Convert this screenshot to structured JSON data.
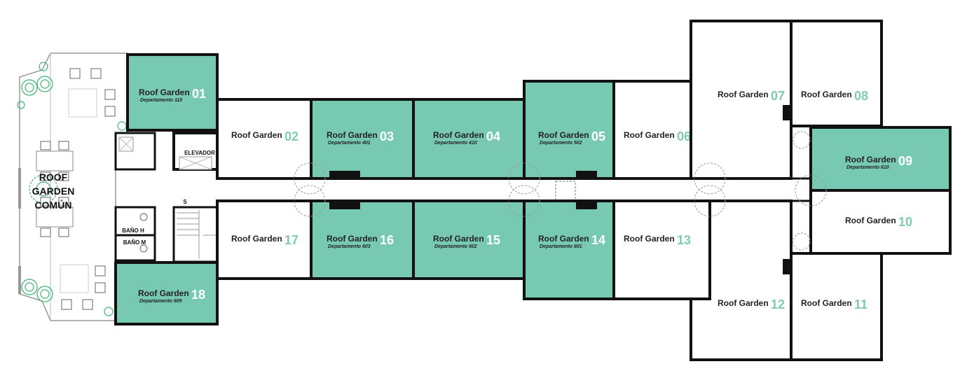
{
  "colors": {
    "sold": "#78c9b2",
    "available": "#ffffff",
    "accent_number": "#7ecbb2",
    "wall": "#111111",
    "tree": "#3cb371"
  },
  "common_area": {
    "line1": "ROOF",
    "line2": "GARDEN",
    "line3": "COMÚN"
  },
  "services": {
    "elevator": "ELEVADOR",
    "bath_men": "BAÑO H",
    "bath_women": "BAÑO M",
    "stairs_mark": "S"
  },
  "units": [
    {
      "id": "u01",
      "label": "Roof Garden",
      "number": "01",
      "sub": "Departamento 110",
      "sold": true
    },
    {
      "id": "u02",
      "label": "Roof Garden",
      "number": "02",
      "sub": "",
      "sold": false
    },
    {
      "id": "u03",
      "label": "Roof Garden",
      "number": "03",
      "sub": "Departamento 401",
      "sold": true
    },
    {
      "id": "u04",
      "label": "Roof Garden",
      "number": "04",
      "sub": "Departamento 410",
      "sold": true
    },
    {
      "id": "u05",
      "label": "Roof Garden",
      "number": "05",
      "sub": "Departamento 502",
      "sold": true
    },
    {
      "id": "u06",
      "label": "Roof Garden",
      "number": "06",
      "sub": "",
      "sold": false
    },
    {
      "id": "u07",
      "label": "Roof Garden",
      "number": "07",
      "sub": "",
      "sold": false
    },
    {
      "id": "u08",
      "label": "Roof Garden",
      "number": "08",
      "sub": "",
      "sold": false
    },
    {
      "id": "u09",
      "label": "Roof Garden",
      "number": "09",
      "sub": "Departamento 610",
      "sold": true
    },
    {
      "id": "u10",
      "label": "Roof Garden",
      "number": "10",
      "sub": "",
      "sold": false
    },
    {
      "id": "u11",
      "label": "Roof Garden",
      "number": "11",
      "sub": "",
      "sold": false
    },
    {
      "id": "u12",
      "label": "Roof Garden",
      "number": "12",
      "sub": "",
      "sold": false
    },
    {
      "id": "u13",
      "label": "Roof Garden",
      "number": "13",
      "sub": "",
      "sold": false
    },
    {
      "id": "u14",
      "label": "Roof Garden",
      "number": "14",
      "sub": "Departamento 601",
      "sold": true
    },
    {
      "id": "u15",
      "label": "Roof Garden",
      "number": "15",
      "sub": "Departamento 602",
      "sold": true
    },
    {
      "id": "u16",
      "label": "Roof Garden",
      "number": "16",
      "sub": "Departamento 603",
      "sold": true
    },
    {
      "id": "u17",
      "label": "Roof Garden",
      "number": "17",
      "sub": "",
      "sold": false
    },
    {
      "id": "u18",
      "label": "Roof Garden",
      "number": "18",
      "sub": "Departamento 609",
      "sold": true
    }
  ]
}
